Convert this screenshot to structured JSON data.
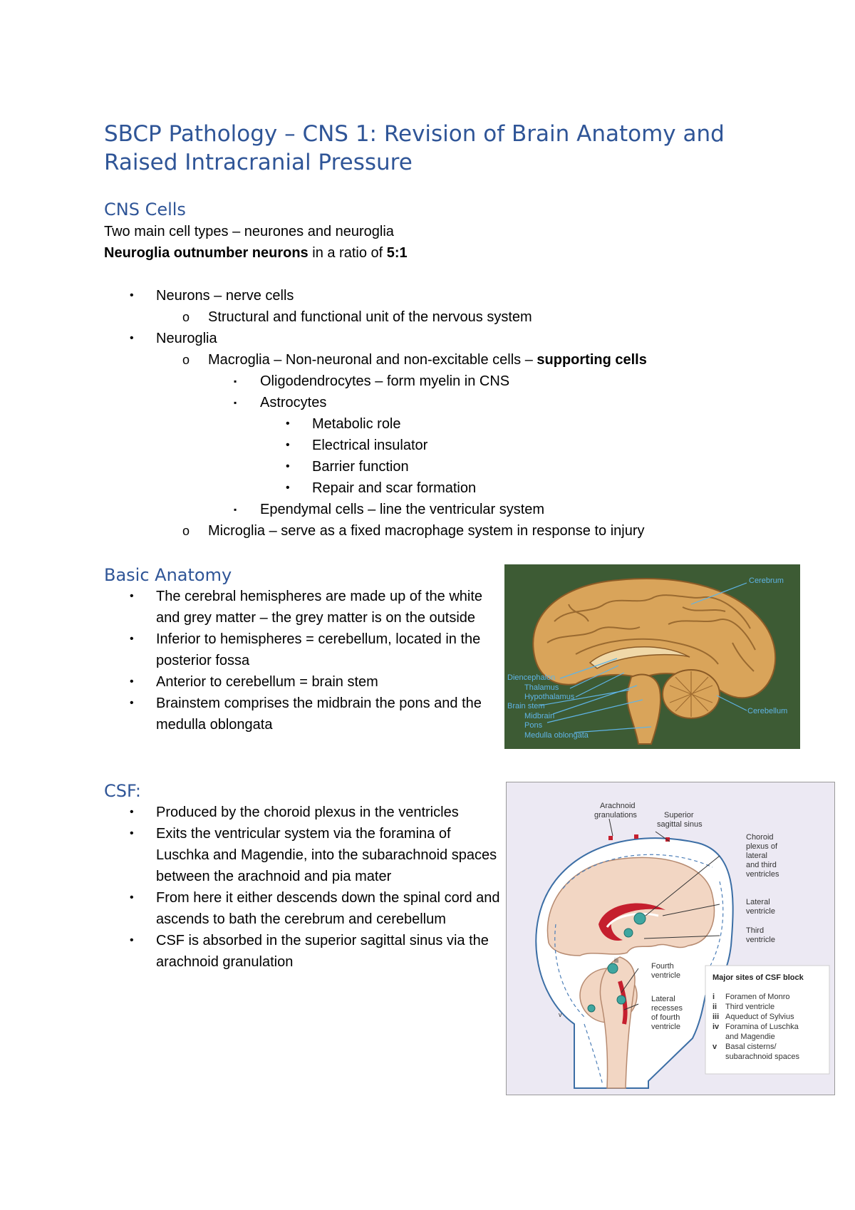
{
  "title": "SBCP Pathology – CNS 1: Revision of Brain Anatomy and Raised Intracranial Pressure",
  "cns_cells": {
    "heading": "CNS Cells",
    "line1": "Two main cell types – neurones and neuroglia",
    "line2_bold": "Neuroglia outnumber neurons",
    "line2_mid": " in a ratio of ",
    "line2_ratio": "5:1",
    "items": {
      "neurons": "Neurons – nerve cells",
      "neurons_sub": "Structural and functional unit of the nervous system",
      "neuroglia": "Neuroglia",
      "macroglia": "Macroglia – Non-neuronal and non-excitable cells – ",
      "macroglia_bold": "supporting cells",
      "oligo": "Oligodendrocytes – form myelin in CNS",
      "astro": "Astrocytes",
      "astro_1": "Metabolic role",
      "astro_2": "Electrical insulator",
      "astro_3": "Barrier function",
      "astro_4": "Repair and scar formation",
      "ependymal": "Ependymal cells – line the ventricular system",
      "microglia": "Microglia – serve as a fixed macrophage system in response to injury"
    },
    "bullets": {
      "disc": "•",
      "circle": "o",
      "square": "▪"
    }
  },
  "basic_anatomy": {
    "heading": "Basic Anatomy",
    "items": [
      "The cerebral hemispheres are made up of the white and grey matter – the grey matter is on the outside",
      "Inferior to hemispheres = cerebellum, located in the posterior fossa",
      "Anterior to cerebellum = brain stem",
      "Brainstem comprises the midbrain the pons and the medulla oblongata"
    ]
  },
  "csf": {
    "heading": "CSF:",
    "items": [
      "Produced by the choroid plexus in the ventricles",
      "Exits the ventricular system via the foramina of Luschka and Magendie, into the subarachnoid spaces between the arachnoid and pia mater",
      "From here it either descends down the spinal cord and ascends to bath the cerebrum and cerebellum",
      "CSF is absorbed in the superior sagittal sinus via the arachnoid granulation"
    ]
  },
  "brain_photo": {
    "labels": {
      "cerebrum": "Cerebrum",
      "diencephalon": "Diencephalon",
      "thalamus": "Thalamus",
      "hypothalamus": "Hypothalamus",
      "brain_stem": "Brain stem",
      "midbrain": "Midbrain",
      "pons": "Pons",
      "medulla": "Medulla oblongata",
      "cerebellum": "Cerebellum"
    },
    "colors": {
      "background": "#3d5b34",
      "tissue": "#d9a45a",
      "label": "#5fb4e6"
    }
  },
  "csf_diagram": {
    "labels": {
      "arachnoid_1": "Arachnoid",
      "arachnoid_2": "granulations",
      "superior_1": "Superior",
      "superior_2": "sagittal sinus",
      "choroid_1": "Choroid",
      "choroid_2": "plexus of",
      "choroid_3": "lateral",
      "choroid_4": "and third",
      "choroid_5": "ventricles",
      "lateral_v_1": "Lateral",
      "lateral_v_2": "ventricle",
      "third_v_1": "Third",
      "third_v_2": "ventricle",
      "fourth_v_1": "Fourth",
      "fourth_v_2": "ventricle",
      "recesses_1": "Lateral",
      "recesses_2": "recesses",
      "recesses_3": "of fourth",
      "recesses_4": "ventricle",
      "marker_iii": "iii",
      "marker_v": "v"
    },
    "block_box": {
      "title": "Major sites of CSF block",
      "items": [
        {
          "num": "i",
          "text": "Foramen of Monro"
        },
        {
          "num": "ii",
          "text": "Third ventricle"
        },
        {
          "num": "iii",
          "text": "Aqueduct of Sylvius"
        },
        {
          "num": "iv",
          "text": "Foramina of Luschka"
        },
        {
          "num": "",
          "text": "and Magendie"
        },
        {
          "num": "v",
          "text": "Basal cisterns/"
        },
        {
          "num": "",
          "text": "subarachnoid spaces"
        }
      ]
    },
    "colors": {
      "background": "#ece9f3",
      "brain": "#f2d6c3",
      "ventricle": "#c51f2e",
      "flow": "#4d7fb8"
    }
  }
}
